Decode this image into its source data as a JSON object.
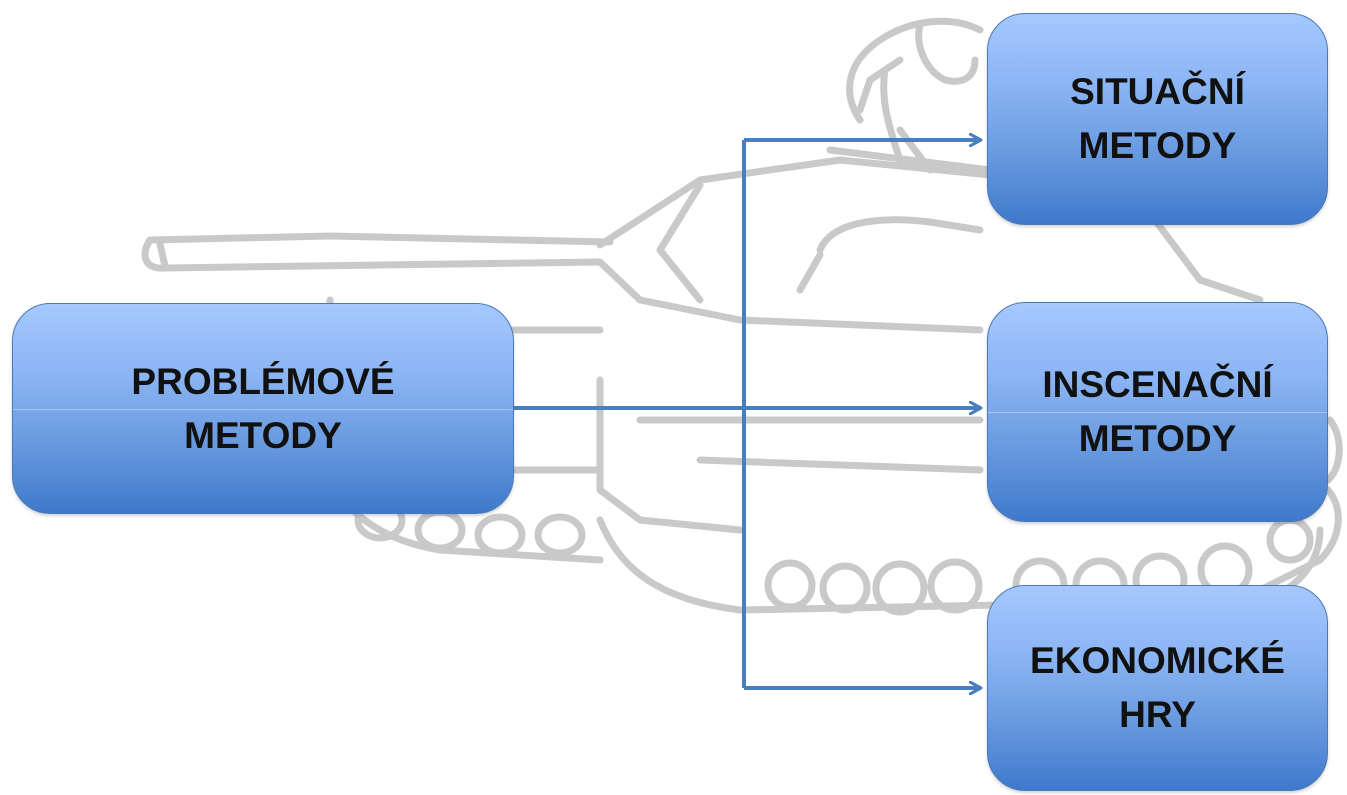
{
  "diagram": {
    "source": {
      "label": "PROBLÉMOVÉ\nMETODY"
    },
    "targets": [
      {
        "label": "SITUAČNÍ\nMETODY"
      },
      {
        "label": "INSCENAČNÍ\nMETODY"
      },
      {
        "label": "EKONOMICKÉ\nHRY"
      }
    ]
  },
  "colors": {
    "node_top": "#a6c8ff",
    "node_bottom": "#3f79cc",
    "node_border": "#4a78b8",
    "connector": "#4a7fbf",
    "sketch": "#c8c8c8"
  },
  "background": {
    "illustration": "tank-sketch"
  }
}
